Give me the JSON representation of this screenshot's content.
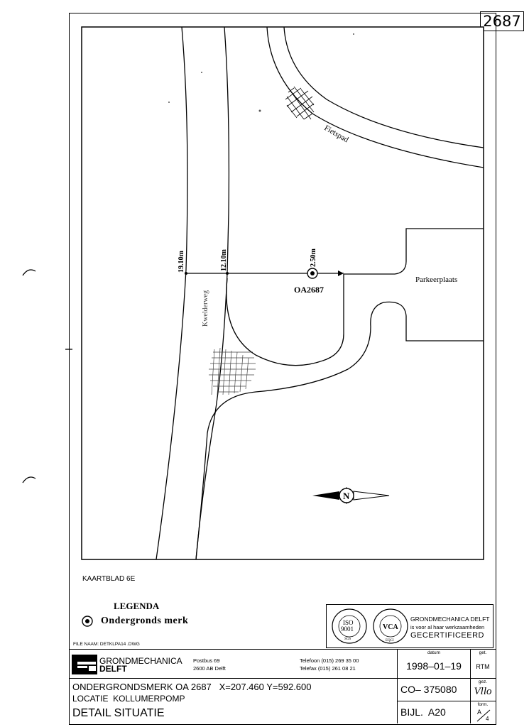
{
  "sheet_number": "2687",
  "map": {
    "labels": {
      "fietspad": "Fietspad",
      "kwelderweg": "Kwelderweg",
      "parkeerplaats": "Parkeerplaats",
      "marker": "OA2687",
      "dist_1": "19.10m",
      "dist_2": "12.10m",
      "dist_3": "2.50m",
      "north": "N"
    }
  },
  "kaartblad": "KAARTBLAD 6E",
  "legend": {
    "title": "LEGENDA",
    "item": "Ondergronds merk"
  },
  "certification": {
    "iso_line1": "ISO",
    "iso_line2": "9001",
    "iso_arc": "REGISTERED QUALITY SYSTEM",
    "vca_text": "VCA",
    "vca_arc": "REGISTERED SAFETY SYSTEM",
    "sgs": "SGS",
    "eqci": "EQCI",
    "company": "GRONDMECHANICA DELFT",
    "line2": "is voor al haar werkzaamheden",
    "line3": "GECERTIFICEERD"
  },
  "file_name": "FILE NAAM: DETKLPA14 .DWG",
  "title_block": {
    "company_line1": "GRONDMECHANICA",
    "company_line2": "DELFT",
    "postbus": "Postbus 69",
    "postcode": "2600 AB Delft",
    "telefoon": "Telefoon (015) 269 35 00",
    "telefax": "Telefax (015) 261 08 21",
    "datum_label": "datum",
    "datum": "1998–01–19",
    "get_label": "get.",
    "get_value": "RTM",
    "line1": "ONDERGRONDSMERK OA 2687   X=207.460 Y=592.600",
    "line2": "LOCATIE  KOLLUMERPOMP",
    "line3": "DETAIL SITUATIE",
    "co": "CO– 375080",
    "gez_label": "gez.",
    "gez_value": "Vllo",
    "bijl": "BIJL.  A20",
    "form_label": "form.",
    "form_a": "A",
    "form_num": "4"
  }
}
